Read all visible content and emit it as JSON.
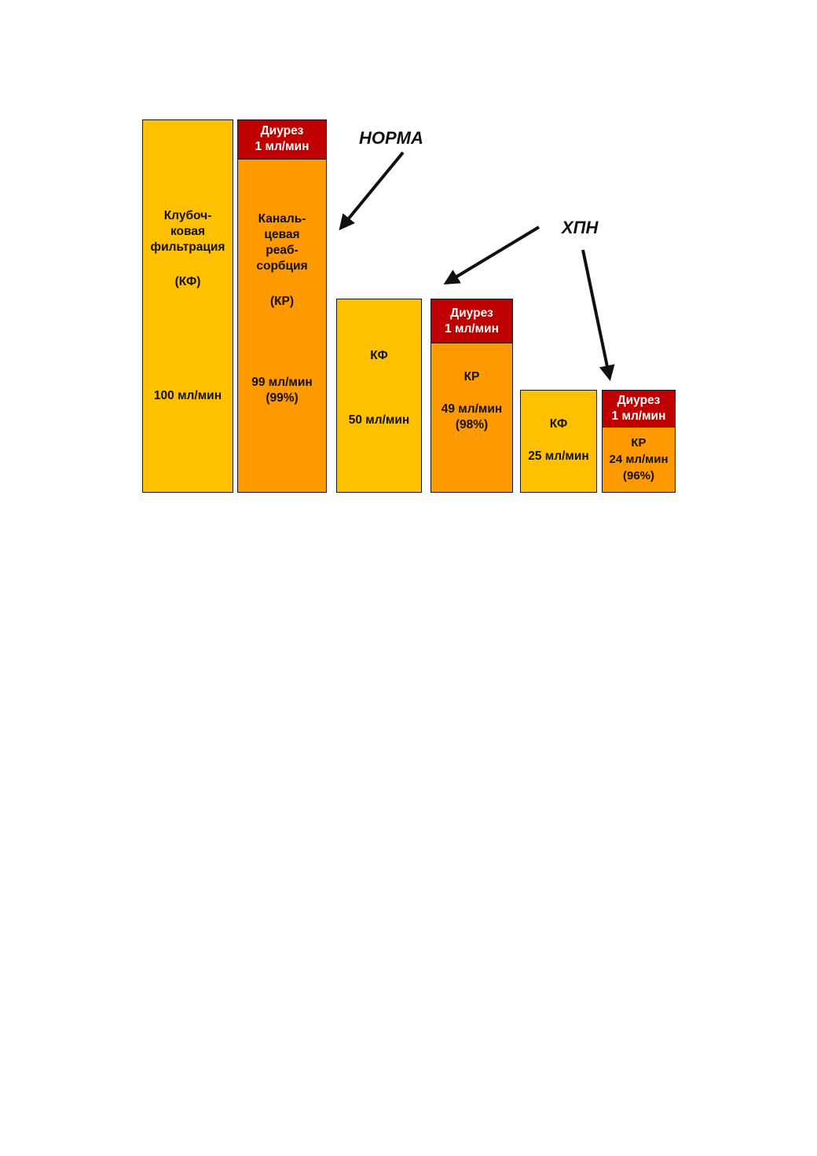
{
  "labels": {
    "norma": "НОРМА",
    "hpn": "ХПН"
  },
  "colors": {
    "filtration": "#FFC000",
    "reabsorption": "#FF9900",
    "diuresis": "#C00000"
  },
  "norma": {
    "kf_title": "Клубоч-\nковая\nфильтрация",
    "kf_abbr": "(КФ)",
    "kf_value": "100 мл/мин",
    "diuresis": "Диурез\n1 мл/мин",
    "kr_title": "Каналь-\nцевая\nреаб-\nсорбция",
    "kr_abbr": "(КР)",
    "kr_value": "99 мл/мин\n(99%)"
  },
  "hpn1": {
    "kf_title": "КФ",
    "kf_value": "50 мл/мин",
    "diuresis": "Диурез\n1 мл/мин",
    "kr_title": "КР",
    "kr_value": "49 мл/мин\n(98%)"
  },
  "hpn2": {
    "kf_title": "КФ",
    "kf_value": "25 мл/мин",
    "diuresis": "Диурез\n1 мл/мин",
    "kr_text": "КР\n24 мл/мин\n(96%)"
  }
}
